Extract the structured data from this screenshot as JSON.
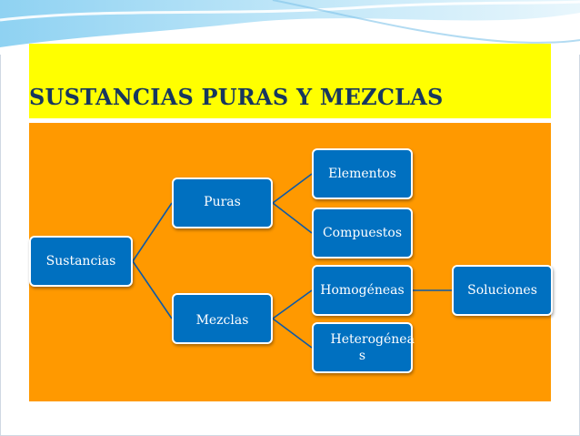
{
  "slide": {
    "title": "SUSTANCIAS PURAS Y MEZCLAS"
  },
  "diagram": {
    "nodes": {
      "sustancias": "Sustancias",
      "puras": "Puras",
      "mezclas": "Mezclas",
      "elementos": "Elementos",
      "compuestos": "Compuestos",
      "homogeneas": "Homogéneas",
      "heterogeneas": "Heterogénea s",
      "soluciones": "Soluciones"
    },
    "edges": [
      [
        "sustancias",
        "puras"
      ],
      [
        "sustancias",
        "mezclas"
      ],
      [
        "puras",
        "elementos"
      ],
      [
        "puras",
        "compuestos"
      ],
      [
        "mezclas",
        "homogeneas"
      ],
      [
        "mezclas",
        "heterogeneas"
      ],
      [
        "homogeneas",
        "soluciones"
      ]
    ]
  },
  "colors": {
    "title_band": "#ffff00",
    "title_text": "#17375e",
    "panel": "#ff9900",
    "node_fill": "#0070c0",
    "node_text": "#ffffff",
    "connector": "#0d5aa7"
  }
}
